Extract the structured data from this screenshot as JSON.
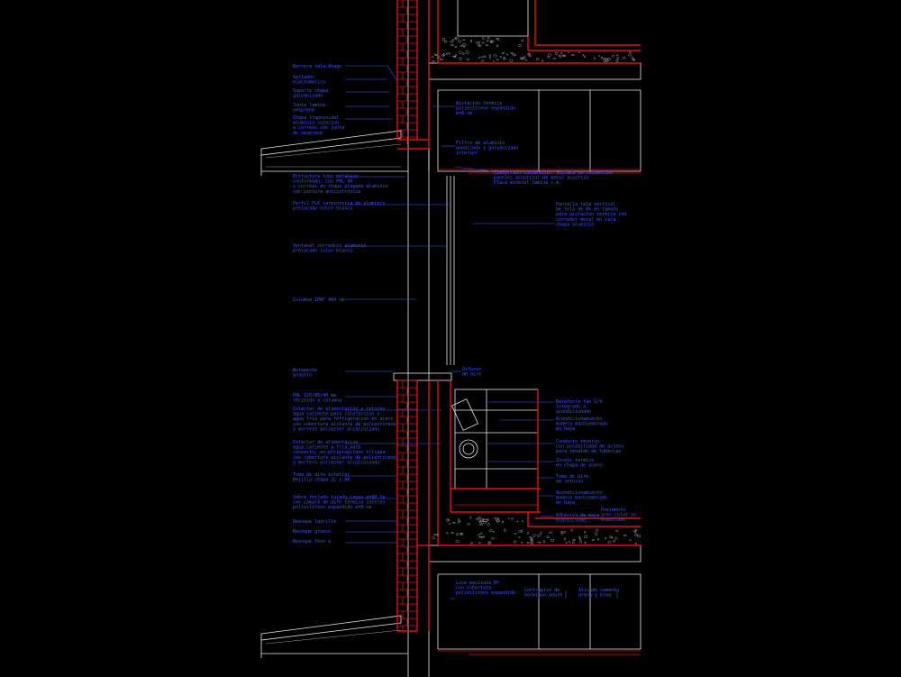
{
  "sheet": {
    "background": "#000000",
    "colors": {
      "annotation": "#3a56ff",
      "section_cut": "#e01010",
      "outline": "#e8e8e8",
      "hatch": "#9a9a9a"
    }
  },
  "labels": {
    "left": [
      "Barrera tela-Ahago",
      "Sellador\nelastomerico",
      "Soporte chapa\ngalvanizado",
      "Junta lamina\nneoprene",
      "Chapa trapezoidal\naluminio sujecion\na correas con junta\nde neoprene",
      "Estructura tubo metalico\nconformado, con PHL 40\ny correas en chapa plegada aluminio\ncon pintura anticorrosiva",
      "Perfil PL6 carpinteria de aluminio\nprelacado color blanco",
      "Ventanal corredizo aluminio\nprelacado color blanco",
      "Columna IPN* 404 cm.",
      "Antepecho\ngranito",
      "PHL 120/80/40 mm\nrecibido a columna",
      "Colectar de alimentacion y retorno\nagua caliente para calefaccion y\nagua fria para refrigeracion en acero\ncon cobertura aislante de poliestireno\ny mortero poliester alcalinizado",
      "Colectar de alimentacion\nagua caliente y fria para\nconvecto, en polipropileno tricapa\ncon cobertura aislante de poliestireno\ny mortero poliester alcalinizado",
      "Toma de aire exterior\nRejilla chapa 2L x 80",
      "Sobre forjado lujado canon e=80 cm\ncon camara de aire termico interno\npoliestireno expandido e=8 cm",
      "Revoque ladrillo",
      "Revoque grueso",
      "Revoque fino a"
    ],
    "right": [
      "Aislacion termica\npoliestireno expandido\ne=8 cm",
      "Filtro de aluminio\nanodizado y galvanizado\ninterior",
      "Cielorraso suspendido. Sistema de suspension\npaneles acusticos de metal acustico.\nPlaca mineral lamina c.m.",
      "Pantalla tela vertical\nde tela de 8% en tamaño\npara aislacion termica con\ncorredor metal en caja\nchapa aluminio",
      "Difusor\nde aire",
      "Bataforte fan 1/4\nintegrado a\nacondicionado",
      "Acondicionamiento\nmadera machiembrado\nen haya",
      "Conducto tecnico\ncon posibilidad de acceso\npara tendido de tuberias",
      "Zocalo termico\nen chapa de acero",
      "Toma de aire\nde retorno",
      "Acondicionamiento\nmadera machiembrado\nen haya",
      "Pavimento\ngres color no\nesmaltado",
      "Adhesivo de baja\nelasticidad"
    ],
    "bottom": [
      "Losa macizada Hº\ncon cobertura\npoliestireno expandido",
      "Contrapiso de\nhormigon pobre",
      "Alisado cemento\narena y brea"
    ]
  }
}
